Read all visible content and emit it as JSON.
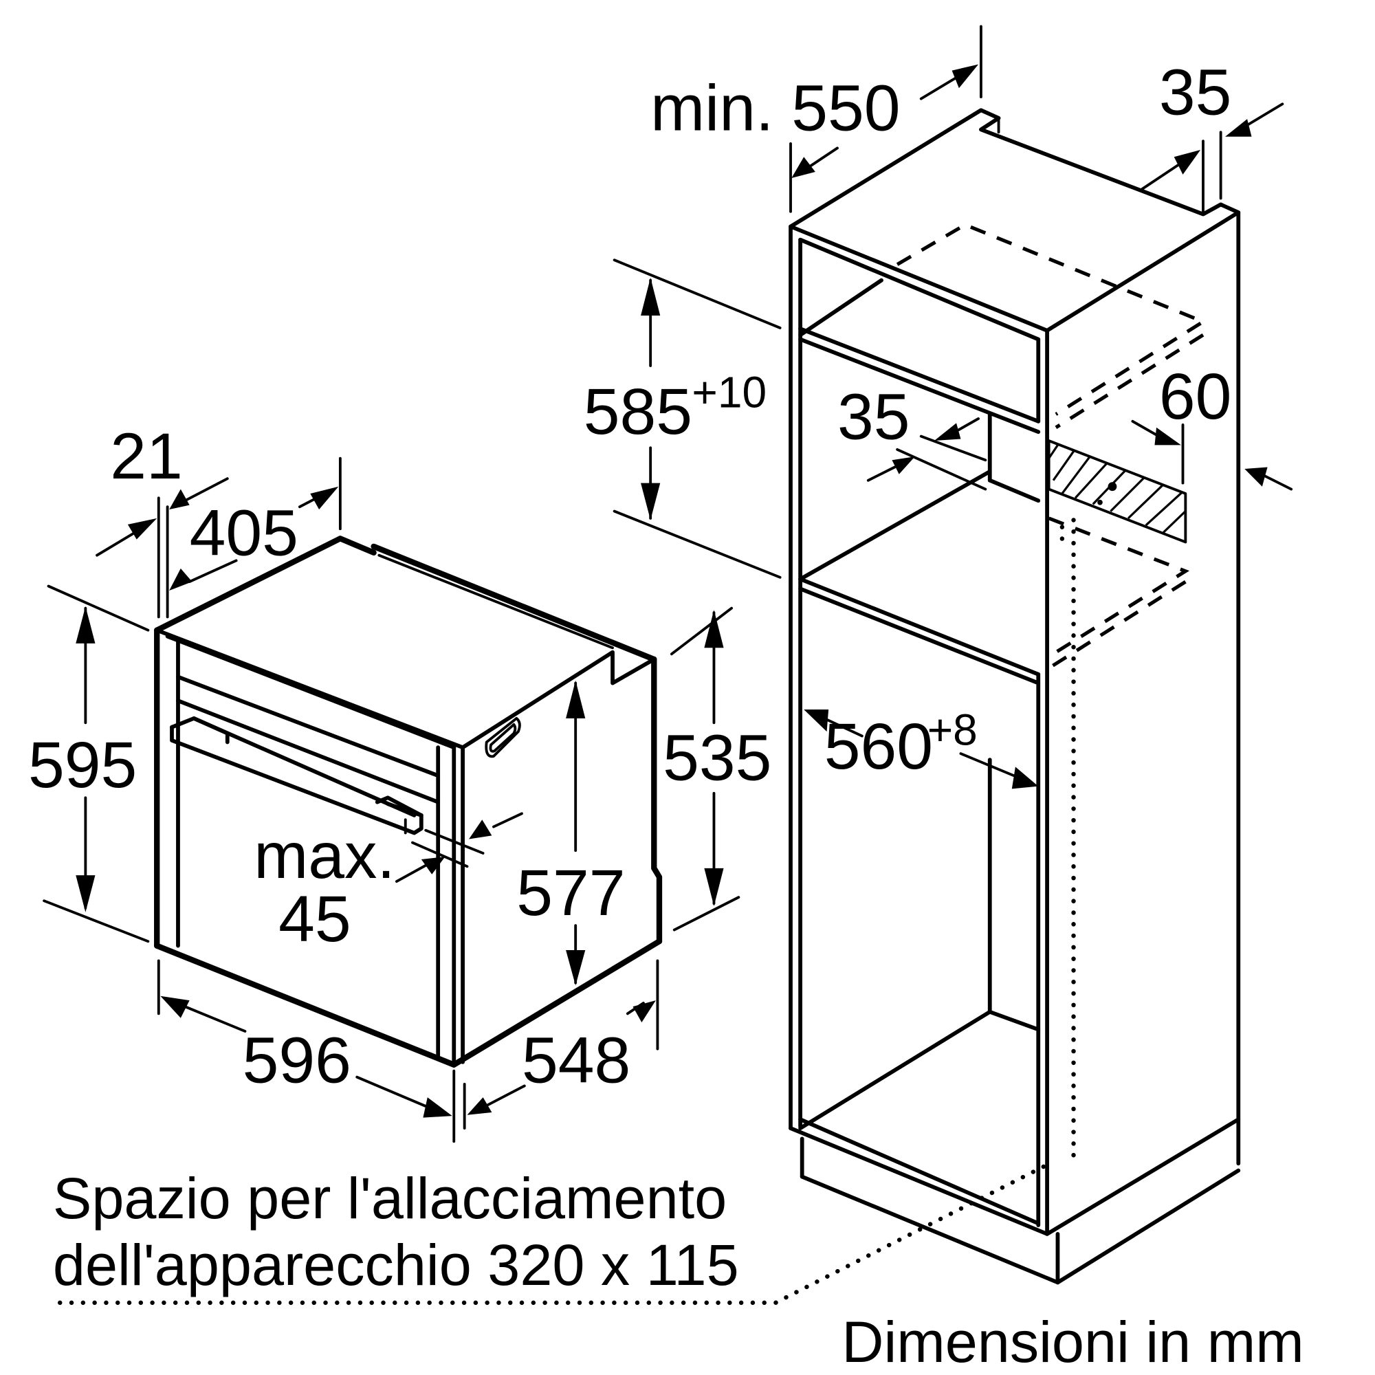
{
  "title": "Dimensioni in mm",
  "units": "mm",
  "oven": {
    "width": "596",
    "height": "595",
    "depth": "548",
    "body_height": "577",
    "side_height": "535",
    "top_depth": "405",
    "front_thickness": "21",
    "handle_max_label": "max.",
    "handle_max_value": "45"
  },
  "cabinet": {
    "min_depth_prefix": "min.",
    "min_depth": "550",
    "back_gap": "35",
    "niche_height": "585",
    "niche_height_tol": "+10",
    "shelf_offset": "35",
    "vent_depth": "60",
    "niche_width": "560",
    "niche_width_tol": "+8"
  },
  "connection_note": {
    "line1": "Spazio per l'allacciamento",
    "line2": "dell'apparecchio 320 x 115"
  },
  "footer": "Dimensioni in mm"
}
